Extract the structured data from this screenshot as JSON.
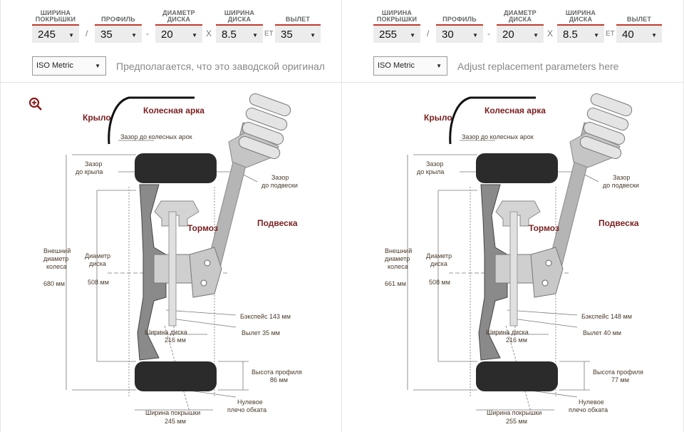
{
  "labels": {
    "tire_width": "ШИРИНА ПОКРЫШКИ",
    "profile": "ПРОФИЛЬ",
    "rim_diameter": "ДИАМЕТР ДИСКА",
    "rim_width": "ШИРИНА ДИСКА",
    "offset": "ВЫЛЕТ",
    "et": "ET",
    "sep_slash": "/",
    "sep_dash": "-",
    "sep_x": "X"
  },
  "diagram_labels": {
    "fender": "Крыло",
    "arch": "Колесная арка",
    "arch_clearance": "Зазор до колесных арок",
    "fender_clearance_1": "Зазор",
    "fender_clearance_2": "до крыла",
    "susp_clearance_1": "Зазор",
    "susp_clearance_2": "до подвески",
    "brake": "Тормоз",
    "suspension": "Подвеска",
    "outer_diam_1": "Внешний",
    "outer_diam_2": "диаметр",
    "outer_diam_3": "колеса",
    "rim_diam_1": "Диаметр",
    "rim_diam_2": "диска",
    "backspace": "Бэкспейс",
    "offset": "Вылет",
    "rim_width": "Ширина диска",
    "profile_height": "Высота профиля",
    "zero_1": "Нулевое",
    "zero_2": "плечо обката",
    "tire_width": "Ширина покрышки",
    "mm": "мм"
  },
  "left": {
    "tire_width": "245",
    "profile": "35",
    "rim_diameter": "20",
    "rim_width": "8.5",
    "offset": "35",
    "units": "ISO Metric",
    "note": "Предполагается, что это заводской оригинал",
    "d_outer": "680",
    "d_rim": "508",
    "d_backspace": "143",
    "d_offset": "35",
    "d_rim_width": "216",
    "d_profile": "86",
    "d_tire_width": "245"
  },
  "right": {
    "tire_width": "255",
    "profile": "30",
    "rim_diameter": "20",
    "rim_width": "8.5",
    "offset": "40",
    "units": "ISO Metric",
    "note": "Adjust replacement parameters here",
    "d_outer": "661",
    "d_rim": "508",
    "d_backspace": "148",
    "d_offset": "40",
    "d_rim_width": "216",
    "d_profile": "77",
    "d_tire_width": "255"
  },
  "icons": {
    "zoom": "zoom-in-icon",
    "dropdown": "triangle-down-icon"
  },
  "colors": {
    "accent": "#c0392b",
    "tire": "#2b2b2b",
    "label": "#7a1f1f"
  }
}
